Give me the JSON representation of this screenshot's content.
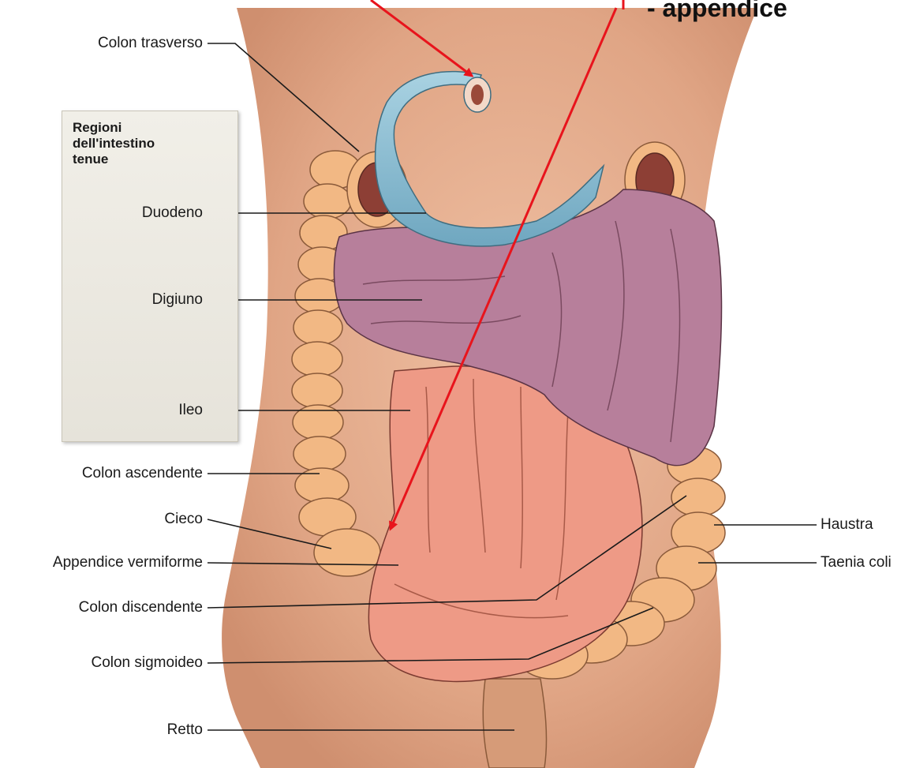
{
  "caption": "- appendice",
  "region_box": {
    "title": "Regioni\ndell'intestino\ntenue"
  },
  "labels": {
    "colon_trasverso": "Colon trasverso",
    "duodeno": "Duodeno",
    "digiuno": "Digiuno",
    "ileo": "Ileo",
    "colon_ascendente": "Colon ascendente",
    "cieco": "Cieco",
    "appendice": "Appendice vermiforme",
    "colon_discendente": "Colon discendente",
    "colon_sigmoideo": "Colon sigmoideo",
    "retto": "Retto",
    "haustra": "Haustra",
    "taenia_coli": "Taenia coli"
  },
  "colors": {
    "skin": "#e3ab8c",
    "duodenum": "#86b9cf",
    "jejunum": "#b77f9b",
    "ileum": "#ee9a86",
    "colon": "#f2b884",
    "arrow": "#e8141c"
  }
}
